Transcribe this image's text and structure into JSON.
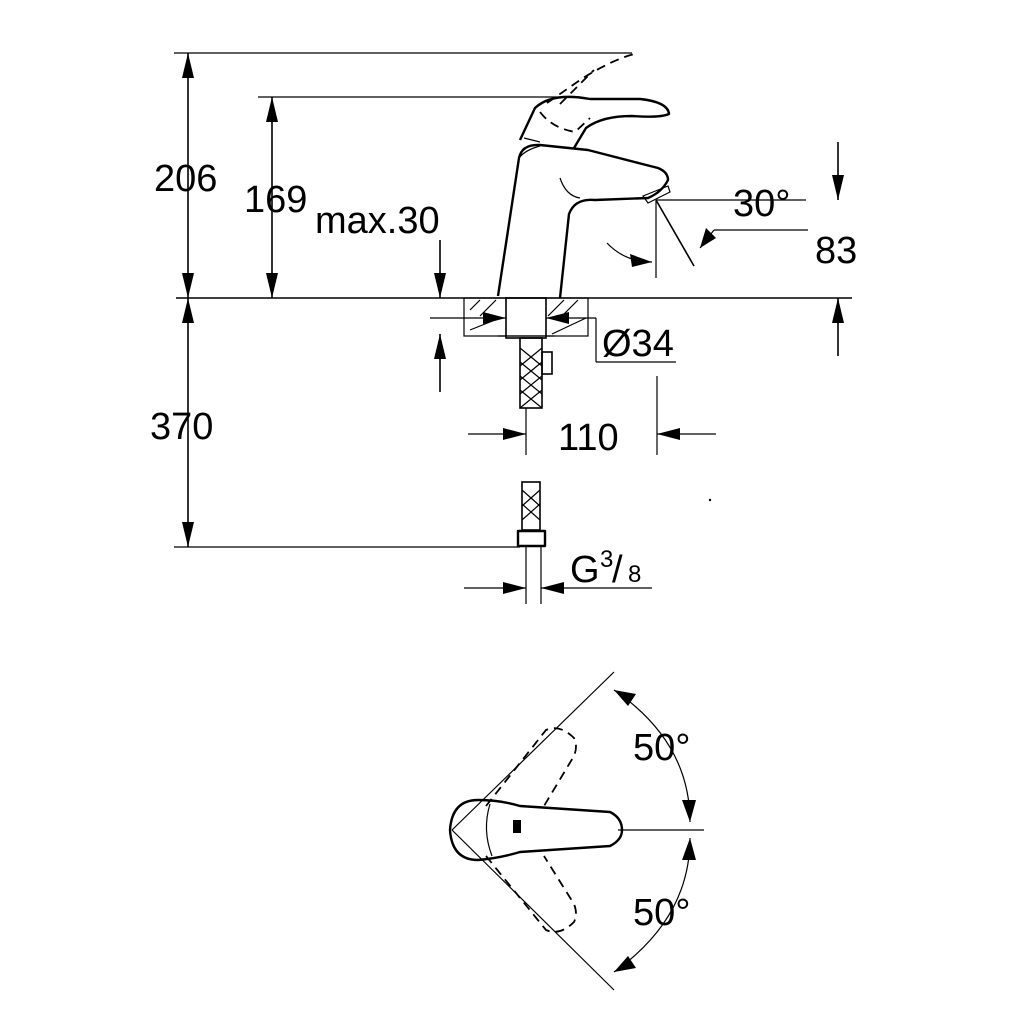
{
  "dimensions": {
    "overall_height": "206",
    "handle_height": "169",
    "max_thickness": "max.30",
    "spout_angle": "30°",
    "outlet_height": "83",
    "hole_diameter": "Ø34",
    "below_deck": "370",
    "reach": "110",
    "connection_main": "G",
    "connection_sup": "3",
    "connection_sub": "8",
    "swing_top": "50°",
    "swing_bottom": "50°"
  },
  "icons": {
    "faucet_side_view": "single-lever-basin-mixer-side-icon",
    "faucet_top_view": "single-lever-basin-mixer-top-icon"
  }
}
